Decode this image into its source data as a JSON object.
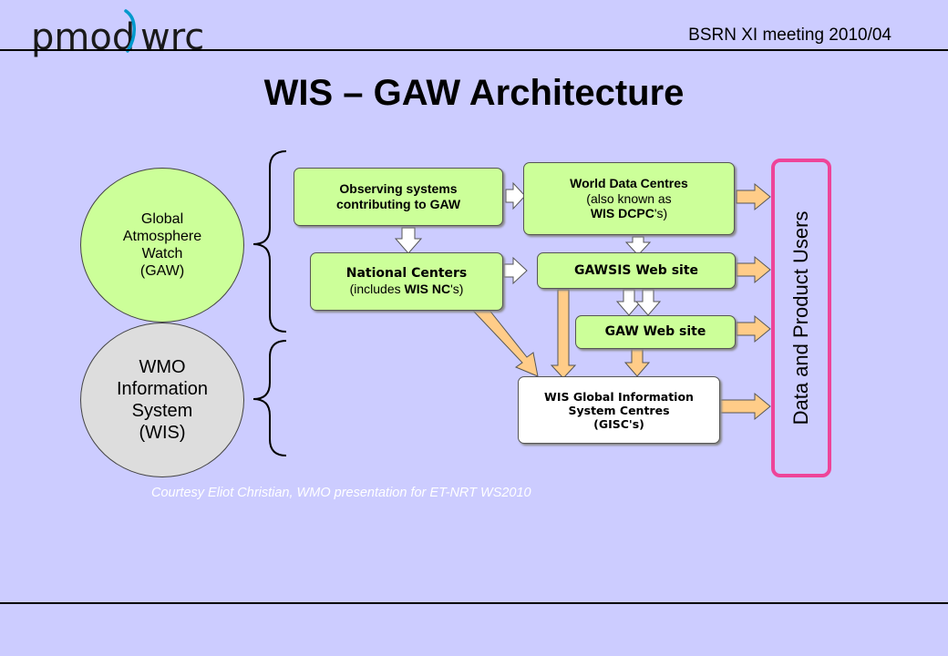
{
  "header": {
    "logo_left": "pmod",
    "logo_right": "wrc",
    "meeting": "BSRN XI meeting  2010/04"
  },
  "title": "WIS – GAW Architecture",
  "left": {
    "gaw": [
      "Global",
      "Atmosphere",
      "Watch",
      "(GAW)"
    ],
    "wis": [
      "WMO",
      "Information",
      "System",
      "(WIS)"
    ]
  },
  "boxes": {
    "observing": [
      "Observing systems",
      "contributing to GAW"
    ],
    "world_data": {
      "line1": "World Data Centres",
      "line2": "(also known as",
      "line3_bold": "WIS DCPC",
      "line3_suffix": "'s)"
    },
    "national": {
      "line1": "National Centers",
      "line2_prefix": "(includes ",
      "line2_bold": "WIS NC",
      "line2_suffix": "'s)"
    },
    "gawsis": "GAWSIS Web site",
    "gaw_web": "GAW Web site",
    "gisc": [
      "WIS Global Information",
      "System Centres",
      "(GISC's)"
    ]
  },
  "users_label": "Data and Product Users",
  "courtesy": "Courtesy Eliot Christian, WMO presentation for ET-NRT WS2010",
  "colors": {
    "background": "#ccccff",
    "box_green": "#ccff99",
    "ellipse_grey": "#dddddd",
    "arrow_fill": "#ffcc88",
    "users_border": "#ee4499"
  }
}
